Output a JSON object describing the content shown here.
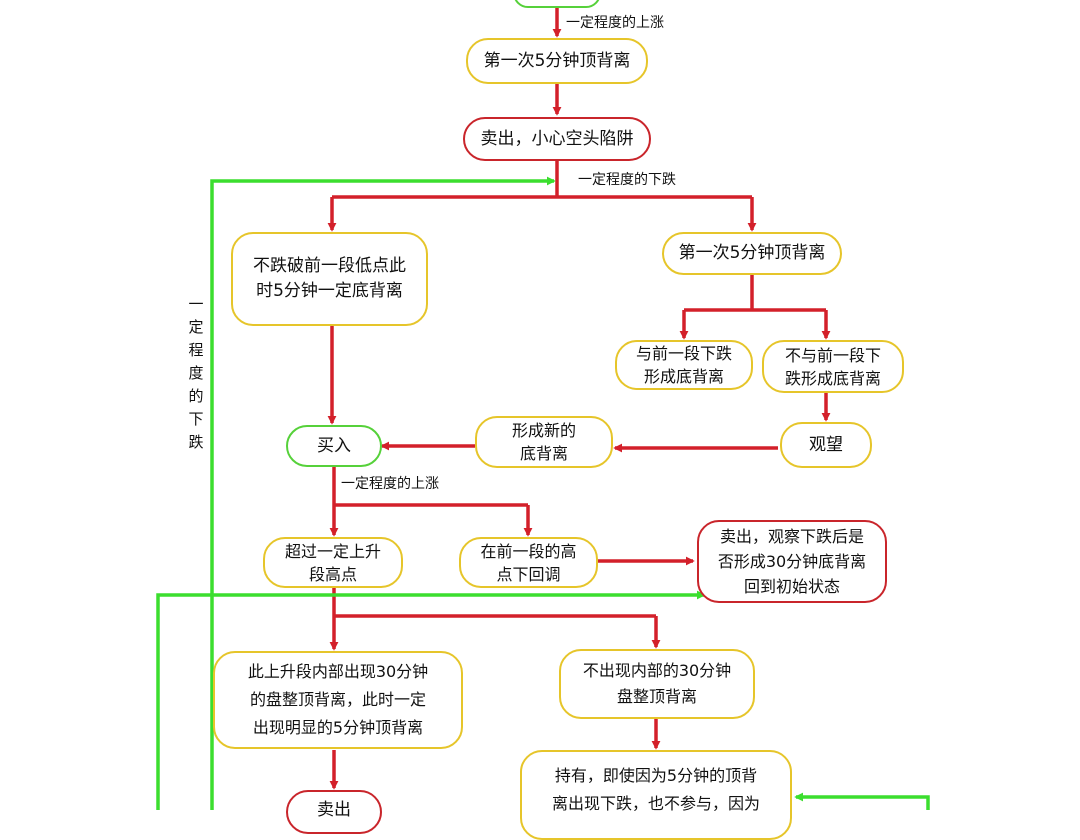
{
  "nodes": {
    "top_stub": "",
    "first_top_div": "第一次5分钟顶背离",
    "sell_caution": "卖出，小心空头陷阱",
    "no_break_low": "不跌破前一段低点此\n时5分钟一定底背离",
    "first_top_div_2": "第一次5分钟顶背离",
    "with_prev_down": "与前一段下跌\n形成底背离",
    "not_with_prev_down": "不与前一段下\n跌形成底背离",
    "buy": "买入",
    "new_bottom_div": "形成新的\n底背离",
    "watch": "观望",
    "exceed_high": "超过一定上升\n段高点",
    "pullback": "在前一段的高\n点下回调",
    "sell_observe": "卖出，观察下跌后是\n否形成30分钟底背离\n回到初始状态",
    "inner_30min": "此上升段内部出现30分钟\n的盘整顶背离，此时一定\n出现明显的5分钟顶背离",
    "no_inner_30min": "不出现内部的30分钟\n盘整顶背离",
    "hold": "持有，即使因为5分钟的顶背\n离出现下跌，也不参与，因为",
    "sell_bottom": "卖出"
  },
  "labels": {
    "rise_1": "一定程度的上涨",
    "fall_1": "一定程度的下跌",
    "rise_2": "一定程度的上涨",
    "fall_vertical": "一定程度的下跌"
  },
  "colors": {
    "red_arrow": "#d3202a",
    "green_arrow": "#3bde2e",
    "yellow_border": "#e6c52a",
    "red_border": "#c9252b",
    "green_border": "#56d13a"
  }
}
